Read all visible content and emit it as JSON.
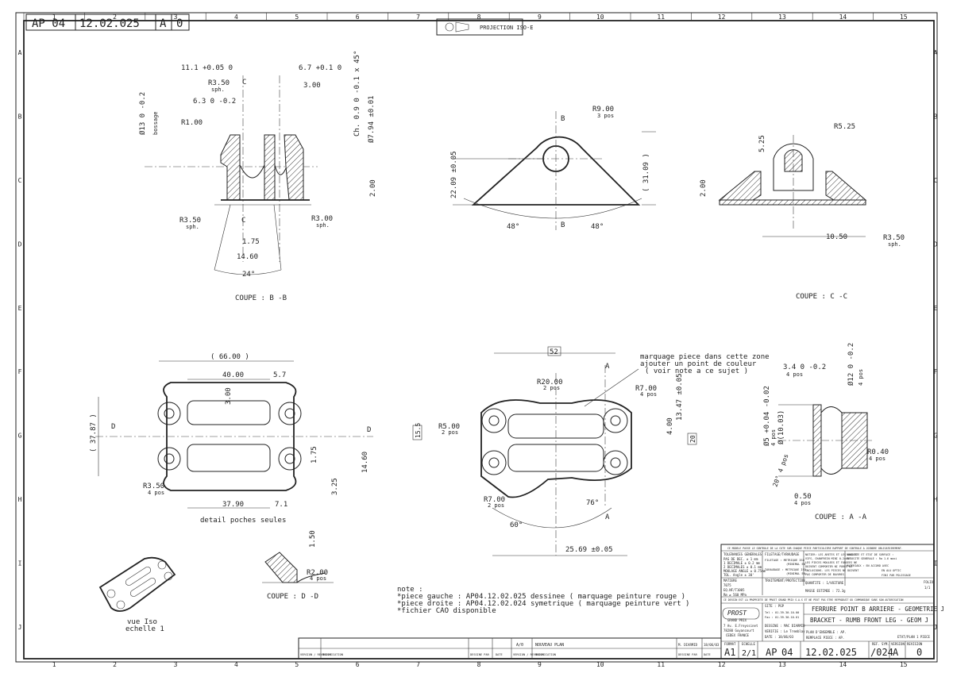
{
  "header": {
    "cells": [
      "AP 04",
      "12.02.025",
      "A",
      "0"
    ],
    "projection": "PROJECTION ISO-E"
  },
  "grid": {
    "columns": [
      "1",
      "2",
      "3",
      "4",
      "5",
      "6",
      "7",
      "8",
      "9",
      "10",
      "11",
      "12",
      "13",
      "14",
      "15"
    ],
    "rows": [
      "A",
      "B",
      "C",
      "D",
      "E",
      "F",
      "G",
      "H",
      "I",
      "J"
    ]
  },
  "views": {
    "bb": {
      "dims": [
        "11.1 +0.05 0",
        "6.7 +0.1 0",
        "R3.50",
        "sph.",
        "C",
        "3.00",
        "6.3 0 -0.2",
        "R1.00",
        "Ø13 0 -0.2",
        "bossage",
        "Ch. 0.9 0 -0.1 x 45°",
        "Ø7.94 ±0.01",
        "2.00",
        "R3.50",
        "sph.",
        "C",
        "R3.00",
        "sph.",
        "1.75",
        "14.60",
        "24°"
      ],
      "caption": "COUPE : B -B"
    },
    "top": {
      "dims": [
        "R9.00",
        "3 pos",
        "B",
        "B",
        "22.09 ±0.05",
        "( 31.09 )",
        "48°",
        "48°"
      ]
    },
    "cc": {
      "dims": [
        "R5.25",
        "5.25",
        "2.00",
        "10.50",
        "R3.50",
        "sph."
      ],
      "caption": "COUPE : C -C"
    },
    "pocket": {
      "dims": [
        "( 66.00 )",
        "40.00",
        "5.7",
        "3.00",
        "( 37.87 )",
        "D",
        "D",
        "1.75",
        "14.60",
        "R3.50",
        "4 pos",
        "37.90",
        "7.1",
        "3.25"
      ],
      "caption": "detail poches seules"
    },
    "main": {
      "dims": [
        "52",
        "A",
        "R20.00",
        "2 pos",
        "R7.00",
        "4 pos",
        "13.47 ±0.05",
        "15.5",
        "R5.00",
        "2 pos",
        "4.00",
        "20",
        "R7.00",
        "2 pos",
        "76°",
        "60°",
        "A",
        "25.69 ±0.05"
      ],
      "note_marking": [
        "marquage piece dans cette zone",
        "ajouter un point de couleur",
        "( voir note a ce sujet )"
      ]
    },
    "aa": {
      "dims": [
        "3.4 0 -0.2",
        "4 pos",
        "Ø12 0 -0.2",
        "4 pos",
        "Ø5 +0.04 -0.02",
        "4 pos",
        "Ø(10.03)",
        "R0.40",
        "4 pos",
        "20° 4 pos",
        "0.50",
        "4 pos"
      ],
      "caption": "COUPE : A -A"
    },
    "dd": {
      "dims": [
        "1.50",
        "R2.00",
        "4 pos"
      ],
      "caption": "COUPE : D -D"
    },
    "iso": {
      "caption": [
        "vue Iso",
        "echelle 1"
      ]
    }
  },
  "notes": {
    "title": "note :",
    "lines": [
      "*piece gauche : AP04.12.02.025 dessinee ( marquage peinture rouge )",
      "*piece droite : AP04.12.02.024 symetrique ( marquage peinture vert )",
      "*fichier CAO disponible"
    ]
  },
  "titleblock": {
    "banner": "CE MODELE PASSE LE CONTROLE DE LA COTE SUR CHAQUE PIECE PARTICULIERE RAPPORT DE CONTROLE A JOINDRE OBLIGATOIREMENT.",
    "tolerances": [
      "TOLERANCES GENERALES",
      "PAS DE DEC. ± 1 mm",
      "1 DECIMALE ± 0.2 mm",
      "2 DECIMALES ± 0.1 mm",
      "MOULAGE ANGLE ± 0.75mm",
      "TOL. Angle ± 30'"
    ],
    "finishing": [
      "FILETAGE/TARAUDAGE",
      "FILETAGE : METRIQUE ISO",
      "(MINIMAL EN",
      "TARAUDAGE : METRIQUE ISO",
      "(MINIMAL EN"
    ],
    "surface": [
      "NOTIER: LES ARETES ET LES ANGLES",
      "VIFS, CHANFREIN MINI 0.2x45°",
      "LES PIECES MOULEES ET FORGEES NE",
      "DOIVENT COMPORTER NI PORES NI",
      "INCLUSIONS. LES PIECES NE DOIVENT",
      "PAS COMPORTER DE BAVURES."
    ],
    "right_notes": [
      "RUGOSITE ET ETAT DE SURFACE :",
      "RUGOSITE GENERALE : Ra 1.6 maxi",
      "MATERIAUX : EN ACCORD AVEC",
      "EN ALU OPTIC",
      "FINI PAR POLISSAGE"
    ],
    "material": [
      "MATIERE",
      "7075",
      "EQ.NF/T1005",
      "Rm ≥ 560 MPa"
    ],
    "treatment": "TRAITEMENT/PROTECTION",
    "quantity": "QUANTITE : 1/VOITURE",
    "mass": "MASSE ESTIMEE : 72.3g",
    "sheet": [
      "FOLIO",
      "1/1"
    ],
    "ownership": "CE DESSIN EST LA PROPRIETE DE PROST GRAND PRIX S.A.S ET NE PEUT PAS ETRE REPRODUIT OU COMMUNIQUE SANS SON AUTORISATION",
    "site": "SITE : PGP",
    "company": [
      "PROST",
      "GRAND PRIX",
      "7 Av. E.Freyssinet",
      "78280 Guyancourt",
      "CEDEX FRANCE"
    ],
    "contact": [
      "Tel : 01.39.30.10.00",
      "Fax : 01.39.30.10.01"
    ],
    "designer": "DESSINE : MAC DIARMID",
    "checker": "VERIFIE : Le Tremblay",
    "date": "DATE : 18/06/03",
    "title_lines": [
      "FERRURE POINT B ARRIERE - GEOMETRIE J",
      "BRACKET - RUMB FRONT LEG - GEOM J"
    ],
    "plan_ensemble": "PLAN D'ENSEMBLE : AP.",
    "remplace": "REMPLACE PIECE : AP.",
    "bottom_labels": [
      "FORMAT",
      "ECHELLE",
      "REF. SYM.",
      "VERSION",
      "REVISION"
    ],
    "bottom_values": [
      "A1",
      "2/1",
      "AP",
      "04",
      "12.02.025",
      "/024",
      "A",
      "0"
    ],
    "etat": "ETAT/PLAN 1 PIECE",
    "revision_rows": [
      {
        "rev": "A/0",
        "text": "NOUVEAU PLAN",
        "by": "M. DIARMID",
        "date": "18/06/03"
      }
    ],
    "revision_headers": [
      "VERSION / REVISION",
      "MODIFICATION",
      "DESSINE PAR",
      "DATE",
      "VERSION / REVISION",
      "MODIFICATION",
      "DESSINE PAR",
      "DATE"
    ]
  }
}
